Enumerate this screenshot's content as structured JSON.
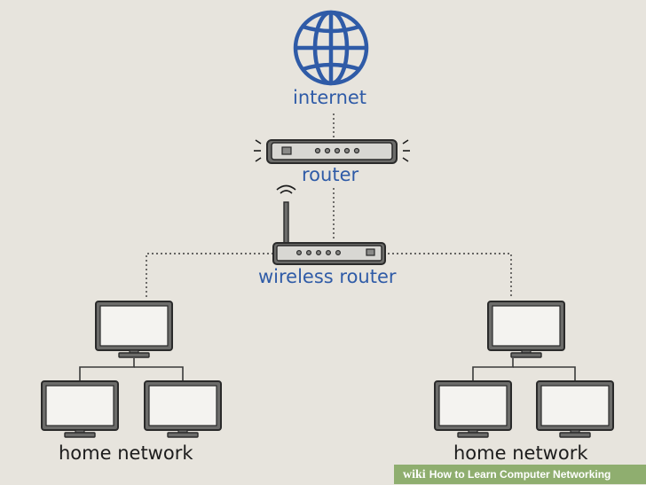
{
  "labels": {
    "internet": "internet",
    "router": "router",
    "wireless_router": "wireless router",
    "home_network_left": "home network",
    "home_network_right": "home network"
  },
  "watermark": {
    "brand": "wiki",
    "title": "How to Learn Computer Networking"
  },
  "colors": {
    "background": "#e7e4dd",
    "accent_blue": "#2f5ba7",
    "device_body": "#6c6c6a",
    "watermark_bg": "#8fae6f"
  },
  "icons": [
    "globe-icon",
    "router-icon",
    "wireless-router-icon",
    "computer-monitor-icon"
  ]
}
